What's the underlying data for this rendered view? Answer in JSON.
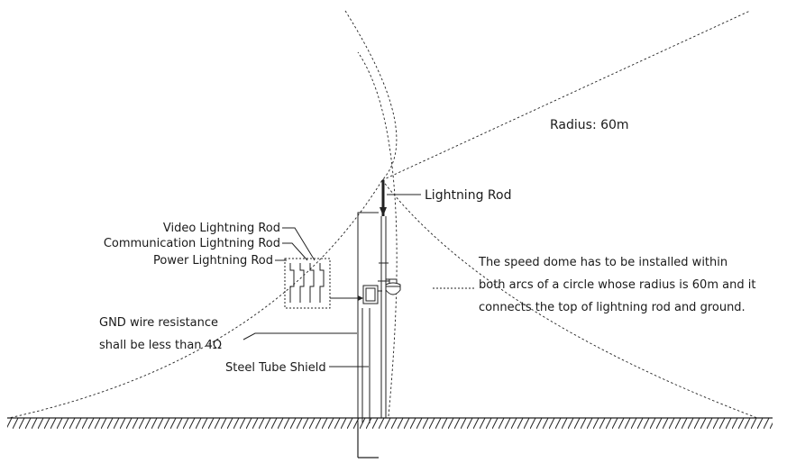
{
  "labels": {
    "radius": "Radius: 60m",
    "lightning_rod": "Lightning Rod",
    "video_rod": "Video Lightning Rod",
    "comm_rod": "Communication Lightning Rod",
    "power_rod": "Power Lightning Rod",
    "gnd_line1": "GND wire resistance",
    "gnd_line2": "shall be less than 4Ω",
    "steel_tube": "Steel Tube Shield",
    "note_line1": "The speed dome has to be installed within",
    "note_line2": "both arcs of a circle whose radius is 60m and it",
    "note_line3": "connects the top of lightning rod and ground."
  },
  "colors": {
    "line": "#222222",
    "text": "#1a1a1a"
  }
}
